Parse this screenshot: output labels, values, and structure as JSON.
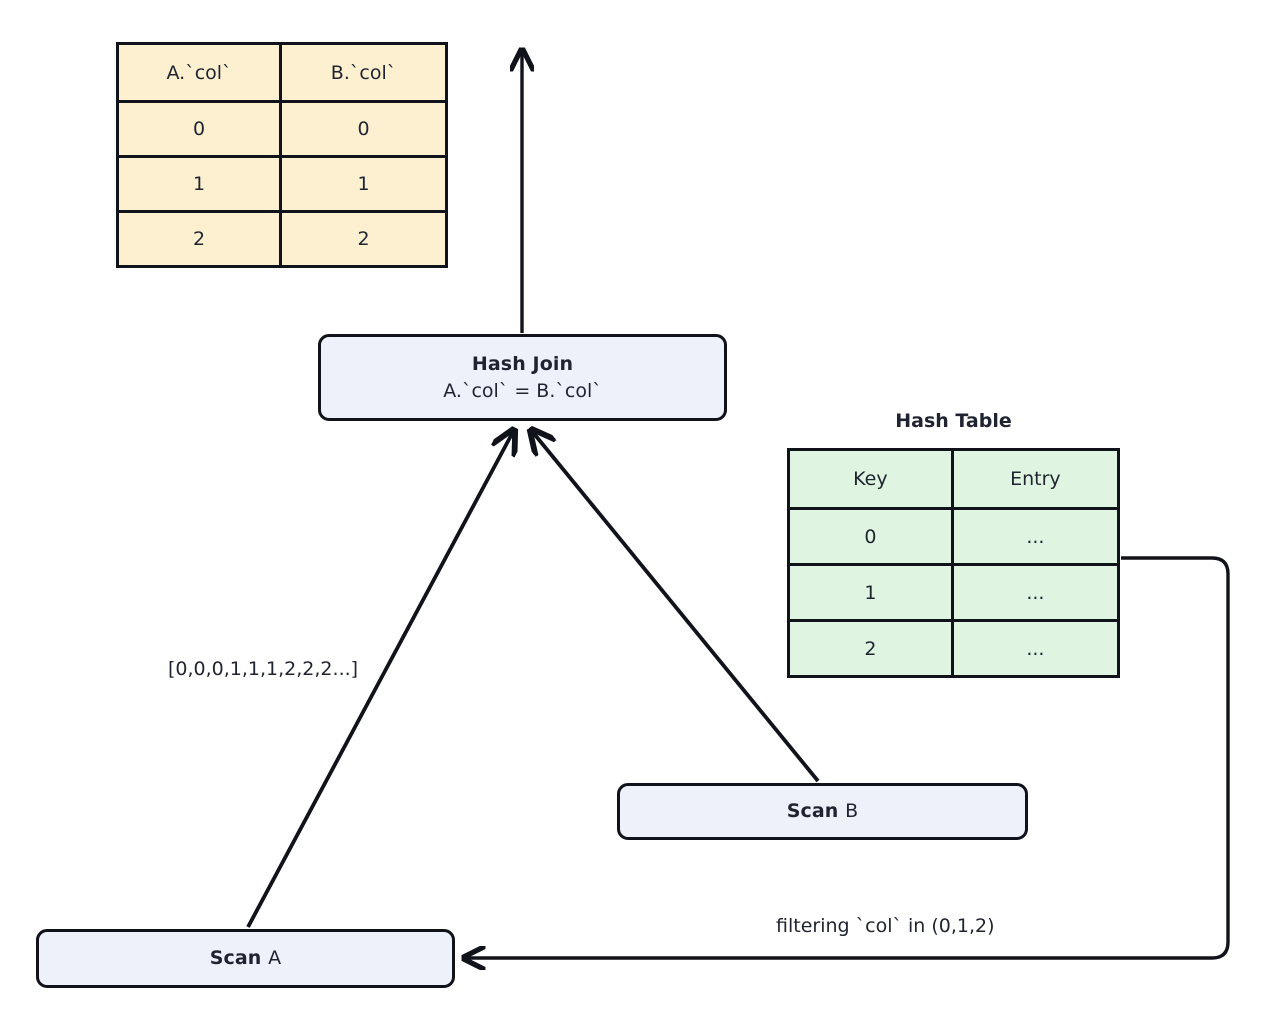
{
  "diagram": {
    "title": "Hash Join execution plan with runtime filter",
    "background": "#ffffff",
    "colors": {
      "node_fill": "#eef0fa",
      "result_table_fill": "#fdf0d0",
      "hash_table_fill": "#dff5e1",
      "stroke": "#11131a",
      "text": "#1f2430"
    }
  },
  "result_table": {
    "name": "join-result-table",
    "headers": [
      "A.`col`",
      "B.`col`"
    ],
    "rows": [
      [
        "0",
        "0"
      ],
      [
        "1",
        "1"
      ],
      [
        "2",
        "2"
      ]
    ]
  },
  "hash_table": {
    "name": "hash-table",
    "label": "Hash Table",
    "headers": [
      "Key",
      "Entry"
    ],
    "rows": [
      [
        "0",
        "..."
      ],
      [
        "1",
        "..."
      ],
      [
        "2",
        "..."
      ]
    ]
  },
  "nodes": {
    "hash_join": {
      "title": "Hash Join",
      "subtitle": "A.`col` = B.`col`"
    },
    "scan_a": {
      "title": "Scan",
      "relation": "A"
    },
    "scan_b": {
      "title": "Scan",
      "relation": "B"
    }
  },
  "edges": {
    "probe_stream_label": "[0,0,0,1,1,1,2,2,2...]",
    "filter_label": "filtering `col` in (0,1,2)"
  }
}
